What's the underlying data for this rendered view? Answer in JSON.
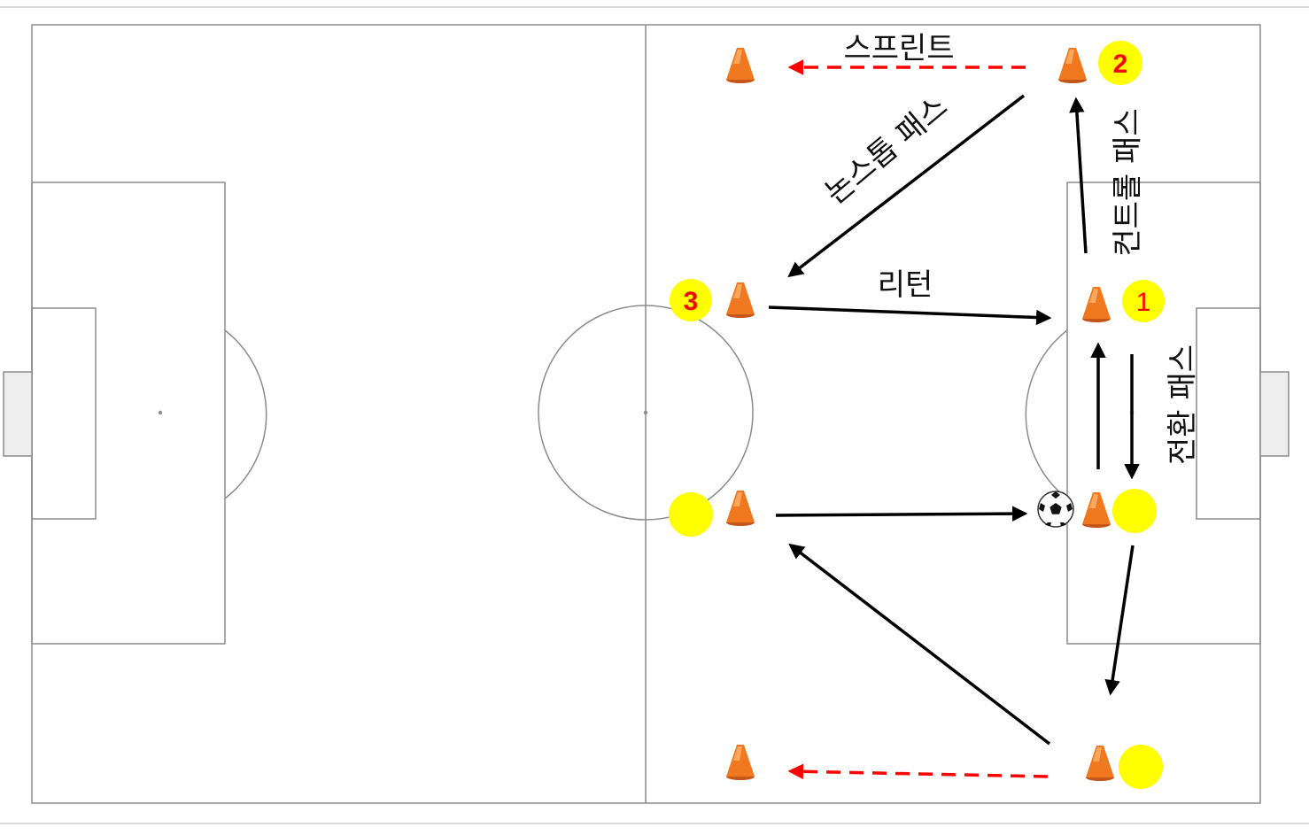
{
  "colors": {
    "pitch_line": "#8c8c8c",
    "arrow": "#000000",
    "sprint_arrow": "#ff0000",
    "cone_body": "#f07820",
    "cone_shade": "#c4561a",
    "player": "#ffff00",
    "player_number": "#ff0000"
  },
  "labels": {
    "sprint": "스프린트",
    "nonstop_pass": "논스톱 패스",
    "control_pass": "컨트롤 패스",
    "return": "리턴",
    "switch_pass": "전환 패스"
  },
  "players": {
    "p1": "1",
    "p2": "2",
    "p3": "3"
  },
  "icons": {
    "cone": "traffic-cone-icon",
    "ball": "soccer-ball-icon"
  }
}
